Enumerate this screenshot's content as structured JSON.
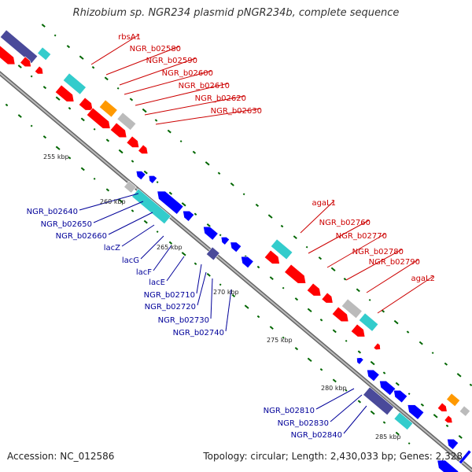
{
  "title": "Rhizobium sp. NGR234 plasmid pNGR234b, complete sequence",
  "accession": "Accession: NC_012586",
  "summary": "Topology: circular; Length: 2,430,033 bp; Genes: 2,328",
  "colors": {
    "forward_gene": "#ff0000",
    "reverse_gene": "#0000ff",
    "label_forward": "#cc0000",
    "label_reverse": "#000099",
    "rna": "#33cccc",
    "pseudo": "#bbbbbb",
    "other": "#ff9900",
    "misc": "#4a4a9a",
    "backbone": "#888888",
    "gc_tick": "#006600"
  },
  "kbp_markers": [
    "255 kbp",
    "260 kbp",
    "265 kbp",
    "270 kbp",
    "275 kbp",
    "280 kbp",
    "285 kbp"
  ],
  "forward_labels": [
    "rbsA1",
    "NGR_b02580",
    "NGR_b02590",
    "NGR_b02600",
    "NGR_b02610",
    "NGR_b02620",
    "NGR_b02630",
    "agaL1",
    "NGR_b02760",
    "NGR_b02770",
    "NGR_b02780",
    "NGR_b02790",
    "agaL2"
  ],
  "reverse_labels": [
    "NGR_b02640",
    "NGR_b02650",
    "NGR_b02660",
    "lacZ",
    "lacG",
    "lacF",
    "lacE",
    "NGR_b02710",
    "NGR_b02720",
    "NGR_b02730",
    "NGR_b02740",
    "NGR_b02810",
    "NGR_b02830",
    "NGR_b02840"
  ]
}
